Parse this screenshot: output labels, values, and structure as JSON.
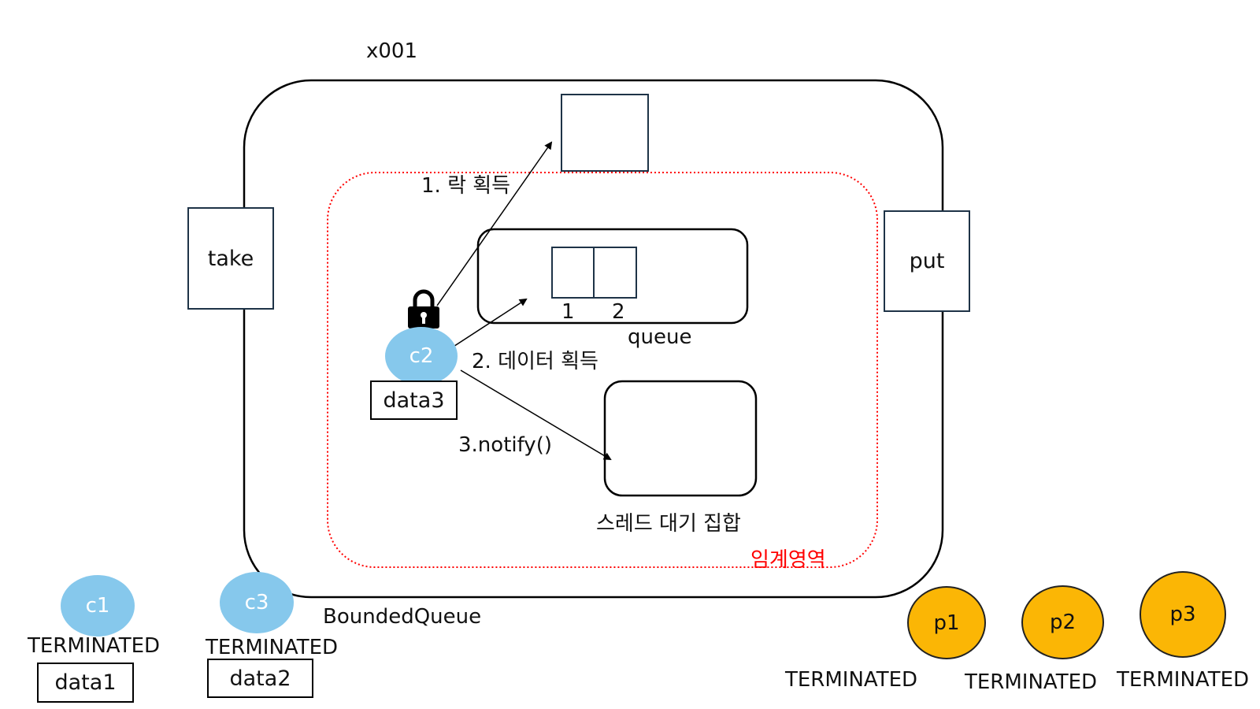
{
  "diagram": {
    "object_id": "x001",
    "class_name": "BoundedQueue",
    "methods": {
      "take": "take",
      "put": "put"
    },
    "critical_section_label": "임계영역",
    "queue": {
      "label": "queue",
      "slots": [
        "1",
        "2"
      ]
    },
    "wait_set_label": "스레드 대기 집합",
    "steps": {
      "lock": "1. 락 획득",
      "data": "2. 데이터 획득",
      "notify": "3.notify()"
    },
    "active_thread": {
      "name": "c2",
      "data": "data3"
    },
    "consumers": [
      {
        "name": "c1",
        "state": "TERMINATED",
        "data": "data1"
      },
      {
        "name": "c3",
        "state": "TERMINATED",
        "data": "data2"
      }
    ],
    "producers": [
      {
        "name": "p1",
        "state": "TERMINATED"
      },
      {
        "name": "p2",
        "state": "TERMINATED"
      },
      {
        "name": "p3",
        "state": "TERMINATED"
      }
    ],
    "colors": {
      "consumer": "#86c8ec",
      "producer": "#fbb605",
      "critical_section": "#ff0000",
      "method_box_border": "#1e3347"
    },
    "icons": {
      "lock": "lock-icon"
    }
  }
}
